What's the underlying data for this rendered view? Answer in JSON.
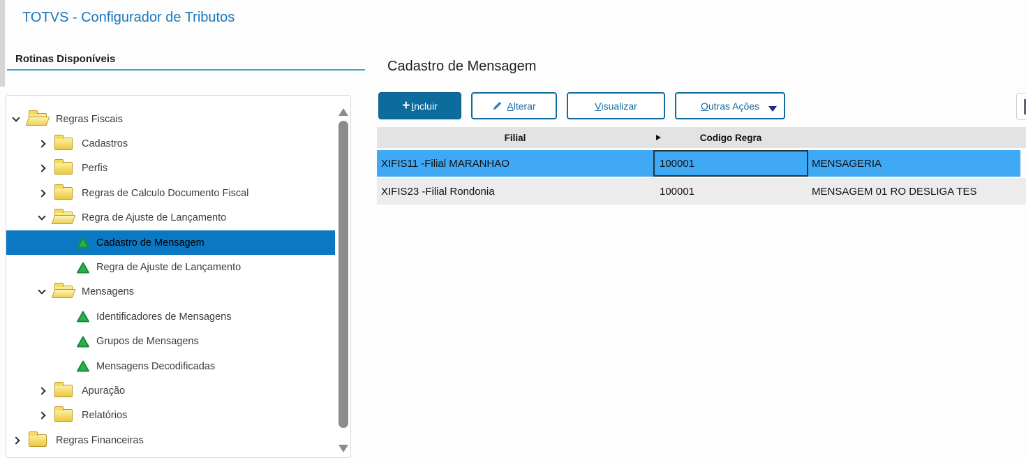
{
  "app": {
    "title": "TOTVS - Configurador de Tributos"
  },
  "colors": {
    "brand_blue": "#1b76b8",
    "tree_selection": "#0b78c3",
    "primary_button": "#0e6b9e",
    "outline_button": "#11699f",
    "row_selected": "#3fa9f5",
    "header_bg": "#e3e3e3",
    "underline": "#3da0d6",
    "folder_yellow": "#eac93f",
    "item_green": "#28b14c"
  },
  "sidebar": {
    "title": "Rotinas Disponíveis",
    "tree": [
      {
        "label": "Regras Fiscais",
        "level": 0,
        "icon": "folder-open",
        "state": "expanded",
        "selected": false
      },
      {
        "label": "Cadastros",
        "level": 1,
        "icon": "folder-closed",
        "state": "collapsed",
        "selected": false
      },
      {
        "label": "Perfis",
        "level": 1,
        "icon": "folder-closed",
        "state": "collapsed",
        "selected": false
      },
      {
        "label": "Regras de Calculo Documento Fiscal",
        "level": 1,
        "icon": "folder-closed",
        "state": "collapsed",
        "selected": false
      },
      {
        "label": "Regra de Ajuste de Lançamento",
        "level": 1,
        "icon": "folder-open",
        "state": "expanded",
        "selected": false
      },
      {
        "label": "Cadastro de Mensagem",
        "level": 2,
        "icon": "green-triangle",
        "state": "leaf",
        "selected": true
      },
      {
        "label": "Regra de Ajuste de Lançamento",
        "level": 2,
        "icon": "green-triangle",
        "state": "leaf",
        "selected": false
      },
      {
        "label": "Mensagens",
        "level": 1,
        "icon": "folder-open",
        "state": "expanded",
        "selected": false
      },
      {
        "label": "Identificadores de Mensagens",
        "level": 2,
        "icon": "green-triangle",
        "state": "leaf",
        "selected": false
      },
      {
        "label": "Grupos de Mensagens",
        "level": 2,
        "icon": "green-triangle",
        "state": "leaf",
        "selected": false
      },
      {
        "label": "Mensagens Decodificadas",
        "level": 2,
        "icon": "green-triangle",
        "state": "leaf",
        "selected": false
      },
      {
        "label": "Apuração",
        "level": 1,
        "icon": "folder-closed",
        "state": "collapsed",
        "selected": false
      },
      {
        "label": "Relatórios",
        "level": 1,
        "icon": "folder-closed",
        "state": "collapsed",
        "selected": false
      },
      {
        "label": "Regras Financeiras",
        "level": 0,
        "icon": "folder-closed",
        "state": "collapsed",
        "selected": false
      }
    ]
  },
  "main": {
    "title": "Cadastro de Mensagem",
    "toolbar": {
      "incluir": {
        "icon_glyph": "+",
        "key": "I",
        "rest": "ncluir"
      },
      "alterar": {
        "key": "A",
        "rest": "lterar"
      },
      "visualizar": {
        "key": "V",
        "rest": "isualizar"
      },
      "outras": {
        "key": "O",
        "rest": "utras Ações"
      }
    },
    "table": {
      "columns": [
        "Filial",
        "Codigo Regra"
      ],
      "rows": [
        {
          "filial": "XIFIS11 -Filial MARANHAO",
          "codigo": "100001",
          "descricao": "MENSAGERIA"
        },
        {
          "filial": "XIFIS23 -Filial Rondonia",
          "codigo": "100001",
          "descricao": "MENSAGEM 01 RO DESLIGA TES"
        }
      ]
    }
  }
}
